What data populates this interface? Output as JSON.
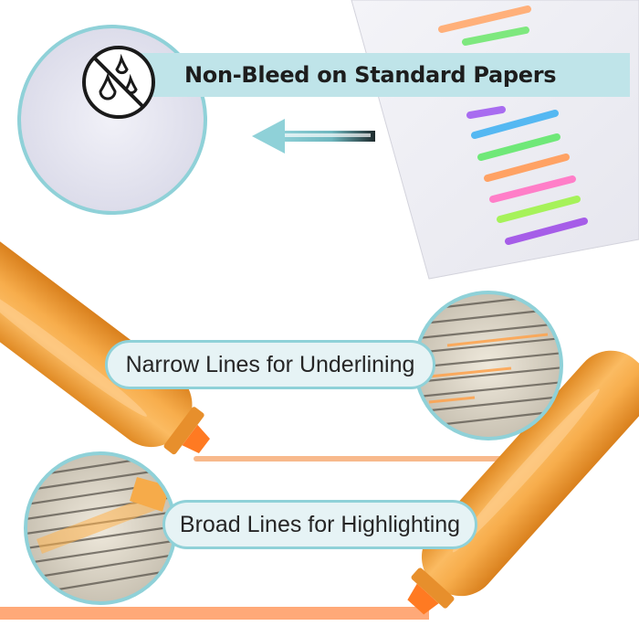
{
  "feature_top": {
    "label": "Non-Bleed on Standard Papers"
  },
  "feature_middle": {
    "label": "Narrow Lines for Underlining"
  },
  "feature_bottom": {
    "label": "Broad Lines for Highlighting"
  },
  "colors": {
    "accent_teal": "#8fd1d8",
    "pill_fill": "#e6f3f5",
    "banner_fill": "#bfe4e9",
    "marker_body": "#f6ab4a",
    "ink_orange": "#ff8c3a"
  },
  "icons": [
    "no-bleed-drops-icon",
    "left-arrow-icon"
  ]
}
